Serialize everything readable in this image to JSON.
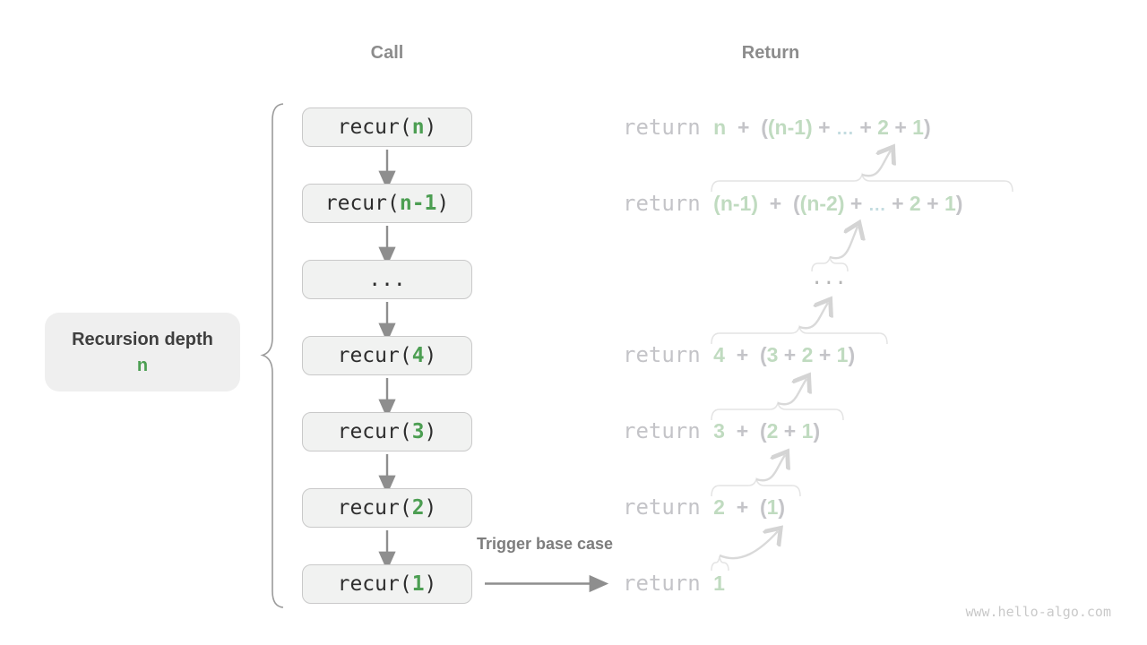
{
  "headers": {
    "call": "Call",
    "return": "Return"
  },
  "recursion_label": {
    "title": "Recursion depth",
    "value": "n"
  },
  "trigger_label": "Trigger base case",
  "page": {
    "watermark": "www.hello-algo.com"
  },
  "colors": {
    "green_strong": "#4c9e52",
    "green_pale": "#c0dbc0",
    "ellipsis_teal": "#c3dce0",
    "gray_text": "#c4c4c8",
    "header_gray": "#8c8c8c",
    "box_bg": "#f1f2f1",
    "box_border": "#c9c9c9",
    "arrow_gray": "#8e8e8e",
    "faint_arrow": "#d9d9d9",
    "faint_brace": "#e4e4e4"
  },
  "calls": {
    "items": [
      {
        "tokens": [
          {
            "t": "recur(",
            "c": "code"
          },
          {
            "t": "n",
            "c": "gs"
          },
          {
            "t": ")",
            "c": "code"
          }
        ]
      },
      {
        "tokens": [
          {
            "t": "recur(",
            "c": "code"
          },
          {
            "t": "n-1",
            "c": "gs"
          },
          {
            "t": ")",
            "c": "code"
          }
        ]
      },
      {
        "tokens": [
          {
            "t": "...",
            "c": "code"
          }
        ]
      },
      {
        "tokens": [
          {
            "t": "recur(",
            "c": "code"
          },
          {
            "t": "4",
            "c": "gs"
          },
          {
            "t": ")",
            "c": "code"
          }
        ]
      },
      {
        "tokens": [
          {
            "t": "recur(",
            "c": "code"
          },
          {
            "t": "3",
            "c": "gs"
          },
          {
            "t": ")",
            "c": "code"
          }
        ]
      },
      {
        "tokens": [
          {
            "t": "recur(",
            "c": "code"
          },
          {
            "t": "2",
            "c": "gs"
          },
          {
            "t": ")",
            "c": "code"
          }
        ]
      },
      {
        "tokens": [
          {
            "t": "recur(",
            "c": "code"
          },
          {
            "t": "1",
            "c": "gs"
          },
          {
            "t": ")",
            "c": "code"
          }
        ]
      }
    ]
  },
  "returns": {
    "rows": [
      {
        "tokens": [
          {
            "t": "return ",
            "c": "kw"
          },
          {
            "t": "n",
            "c": "g"
          },
          {
            "t": "  +  ",
            "c": "o"
          },
          {
            "t": "(",
            "c": "o"
          },
          {
            "t": "(n-1)",
            "c": "g"
          },
          {
            "t": " + ",
            "c": "o"
          },
          {
            "t": "…",
            "c": "e"
          },
          {
            "t": " + ",
            "c": "o"
          },
          {
            "t": "2",
            "c": "g"
          },
          {
            "t": " + ",
            "c": "o"
          },
          {
            "t": "1",
            "c": "g"
          },
          {
            "t": ")",
            "c": "o"
          }
        ]
      },
      {
        "tokens": [
          {
            "t": "return ",
            "c": "kw"
          },
          {
            "t": "(n-1)",
            "c": "g"
          },
          {
            "t": "  +  ",
            "c": "o"
          },
          {
            "t": "(",
            "c": "o"
          },
          {
            "t": "(n-2)",
            "c": "g"
          },
          {
            "t": " + ",
            "c": "o"
          },
          {
            "t": "…",
            "c": "e"
          },
          {
            "t": " + ",
            "c": "o"
          },
          {
            "t": "2",
            "c": "g"
          },
          {
            "t": " + ",
            "c": "o"
          },
          {
            "t": "1",
            "c": "g"
          },
          {
            "t": ")",
            "c": "o"
          }
        ]
      },
      {
        "tokens": [
          {
            "t": "...",
            "c": "d"
          }
        ]
      },
      {
        "tokens": [
          {
            "t": "return ",
            "c": "kw"
          },
          {
            "t": "4",
            "c": "g"
          },
          {
            "t": "  +  ",
            "c": "o"
          },
          {
            "t": "(",
            "c": "o"
          },
          {
            "t": "3",
            "c": "g"
          },
          {
            "t": " + ",
            "c": "o"
          },
          {
            "t": "2",
            "c": "g"
          },
          {
            "t": " + ",
            "c": "o"
          },
          {
            "t": "1",
            "c": "g"
          },
          {
            "t": ")",
            "c": "o"
          }
        ]
      },
      {
        "tokens": [
          {
            "t": "return ",
            "c": "kw"
          },
          {
            "t": "3",
            "c": "g"
          },
          {
            "t": "  +  ",
            "c": "o"
          },
          {
            "t": "(",
            "c": "o"
          },
          {
            "t": "2",
            "c": "g"
          },
          {
            "t": " + ",
            "c": "o"
          },
          {
            "t": "1",
            "c": "g"
          },
          {
            "t": ")",
            "c": "o"
          }
        ]
      },
      {
        "tokens": [
          {
            "t": "return ",
            "c": "kw"
          },
          {
            "t": "2",
            "c": "g"
          },
          {
            "t": "  +  ",
            "c": "o"
          },
          {
            "t": "(",
            "c": "o"
          },
          {
            "t": "1",
            "c": "g"
          },
          {
            "t": ")",
            "c": "o"
          }
        ]
      },
      {
        "tokens": [
          {
            "t": "return ",
            "c": "kw"
          },
          {
            "t": "1",
            "c": "g"
          }
        ]
      }
    ]
  }
}
